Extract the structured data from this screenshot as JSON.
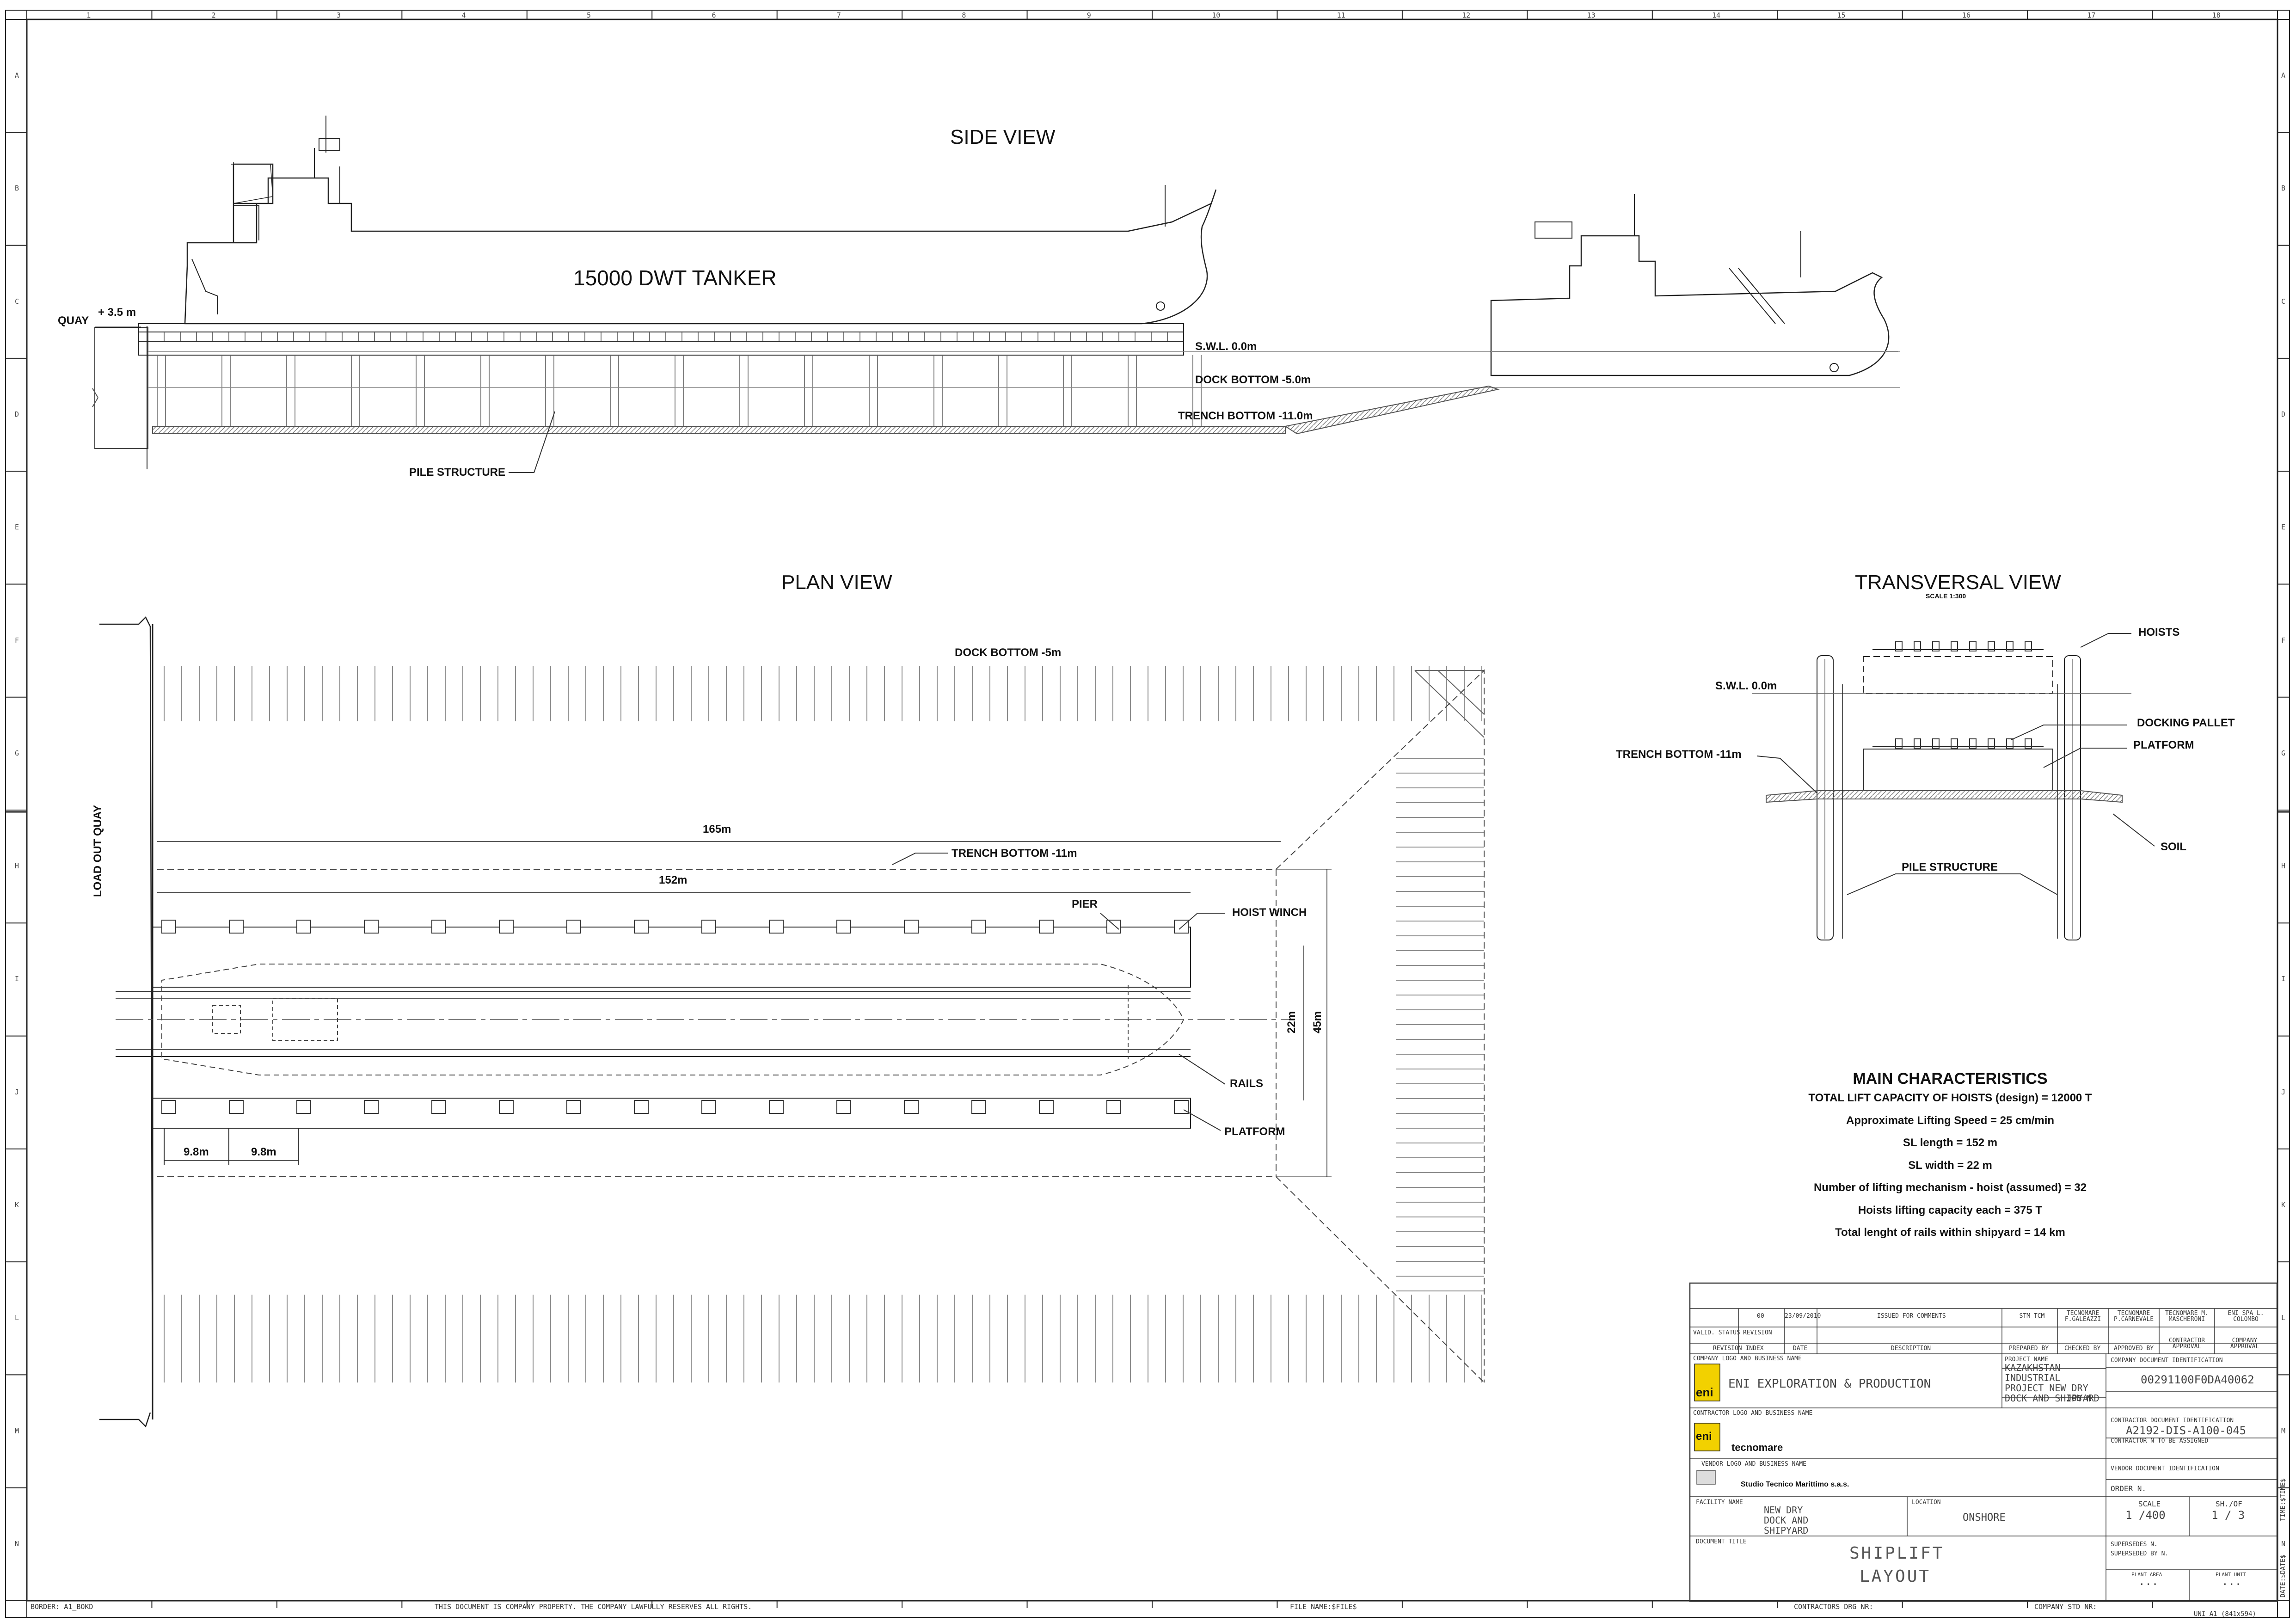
{
  "border": {
    "columns": [
      "1",
      "2",
      "3",
      "4",
      "5",
      "6",
      "7",
      "8",
      "9",
      "10",
      "11",
      "12",
      "13",
      "14",
      "15",
      "16",
      "17",
      "18"
    ],
    "rows": [
      "A",
      "B",
      "C",
      "D",
      "E",
      "F",
      "G",
      "H",
      "I",
      "J",
      "K",
      "L",
      "M",
      "N"
    ]
  },
  "side_view": {
    "title": "SIDE VIEW",
    "ship_label": "15000 DWT TANKER",
    "quay": "QUAY",
    "quay_level": "+ 3.5 m",
    "swl": "S.W.L. 0.0m",
    "dock_bottom": "DOCK BOTTOM -5.0m",
    "trench_bottom": "TRENCH BOTTOM -11.0m",
    "pile_structure": "PILE STRUCTURE"
  },
  "plan_view": {
    "title": "PLAN VIEW",
    "dock_bottom": "DOCK BOTTOM -5m",
    "load_out_quay": "LOAD OUT QUAY",
    "dim_165": "165m",
    "trench_bottom": "TRENCH BOTTOM -11m",
    "dim_152": "152m",
    "pier": "PIER",
    "hoist_winch": "HOIST WINCH",
    "dim_22": "22m",
    "dim_45": "45m",
    "rails": "RAILS",
    "platform": "PLATFORM",
    "dim_98a": "9.8m",
    "dim_98b": "9.8m"
  },
  "transversal_view": {
    "title": "TRANSVERSAL VIEW",
    "scale": "SCALE 1:300",
    "hoists": "HOISTS",
    "swl": "S.W.L. 0.0m",
    "docking_pallet": "DOCKING PALLET",
    "platform": "PLATFORM",
    "trench_bottom": "TRENCH BOTTOM -11m",
    "soil": "SOIL",
    "pile_structure": "PILE STRUCTURE"
  },
  "characteristics": {
    "title": "MAIN CHARACTERISTICS",
    "lines": [
      "TOTAL LIFT CAPACITY OF HOISTS (design) = 12000 T",
      "Approximate Lifting Speed = 25 cm/min",
      "SL length = 152 m",
      "SL width = 22 m",
      "Number of lifting mechanism - hoist (assumed) = 32",
      "Hoists lifting capacity each = 375 T",
      "Total lenght of rails within shipyard = 14 km"
    ]
  },
  "title_block": {
    "rev_no": "00",
    "rev_date": "23/09/2010",
    "rev_desc": "ISSUED FOR COMMENTS",
    "prepared": "STM TCM",
    "checked": "TECNOMARE F.GALEAZZI",
    "approved": "TECNOMARE P.CARNEVALE",
    "contractor_approval": "TECNOMARE M. MASCHERONI",
    "company_approval": "ENI SPA L. COLOMBO",
    "h_valid": "VALID. STATUS",
    "h_revision": "REVISION",
    "h_rev_index": "REVISION INDEX",
    "h_date": "DATE",
    "h_description": "DESCRIPTION",
    "h_prepared": "PREPARED BY",
    "h_checked": "CHECKED BY",
    "h_approved": "APPROVED BY",
    "h_contr_appr": "CONTRACTOR APPROVAL",
    "h_comp_appr": "COMPANY APPROVAL",
    "company_logo_label": "COMPANY LOGO AND BUSINESS NAME",
    "company_name": "ENI EXPLORATION & PRODUCTION",
    "logo_text": "eni",
    "project_name_label": "PROJECT NAME",
    "project_name": [
      "KAZAKHSTAN",
      "INDUSTRIAL",
      "PROJECT NEW DRY",
      "DOCK AND SHIPYARD"
    ],
    "job_no": "JOB N",
    "company_doc_id_label": "COMPANY DOCUMENT IDENTIFICATION",
    "company_doc_id": "00291100F0DA40062",
    "contractor_logo_label": "CONTRACTOR LOGO AND BUSINESS NAME",
    "contractor_name": "tecnomare",
    "contractor_doc_id_label": "CONTRACTOR DOCUMENT IDENTIFICATION",
    "contractor_doc_id": "A2192-DIS-A100-045",
    "contractor_note": "CONTRACTOR N TO BE ASSIGNED",
    "vendor_logo_label": "VENDOR LOGO AND BUSINESS NAME",
    "vendor_name": "Studio Tecnico Marittimo s.a.s.",
    "vendor_doc_id_label": "VENDOR DOCUMENT IDENTIFICATION",
    "order_no": "ORDER N.",
    "facility_label": "FACILITY NAME",
    "facility": [
      "NEW DRY",
      "DOCK AND",
      "SHIPYARD"
    ],
    "location_label": "LOCATION",
    "location": "ONSHORE",
    "scale_label": "SCALE",
    "scale": "1 /400",
    "sheet_label": "SH./OF",
    "sheet": "1 / 3",
    "doc_title_label": "DOCUMENT TITLE",
    "doc_title": [
      "SHIPLIFT",
      "LAYOUT"
    ],
    "supersedes": "SUPERSEDES N.",
    "superseded_by": "SUPERSEDED BY N.",
    "plant_area": "PLANT AREA",
    "plant_unit": "PLANT UNIT",
    "plant_area_val": "...",
    "plant_unit_val": "..."
  },
  "footer": {
    "border": "BORDER: A1_BOKD",
    "property": "THIS DOCUMENT IS COMPANY PROPERTY. THE COMPANY LAWFULLY RESERVES ALL RIGHTS.",
    "file_name": "FILE NAME:$FILE$",
    "contractors_drg": "CONTRACTORS DRG NR:",
    "company_std": "COMPANY STD NR:",
    "sheet_size": "UNI A1 (841x594)",
    "side_time": "TIME:$TIME$",
    "side_date": "DATE:$DATE$"
  }
}
